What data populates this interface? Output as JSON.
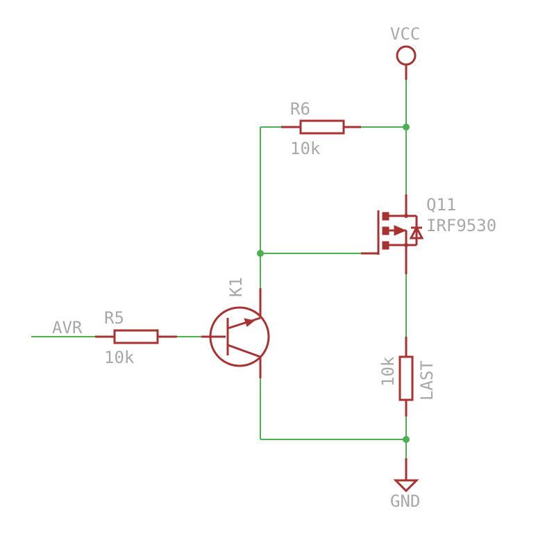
{
  "labels": {
    "vcc": "VCC",
    "gnd": "GND",
    "r6_name": "R6",
    "r6_value": "10k",
    "r5_name": "R5",
    "r5_value": "10k",
    "q11_name": "Q11",
    "q11_value": "IRF9530",
    "k1_name": "K1",
    "load_value": "10k",
    "load_name": "LAST",
    "net_avr": "AVR"
  },
  "colors": {
    "wire": "#4caf50",
    "component": "#a83232",
    "label": "#a8a8a8",
    "background": "#ffffff"
  }
}
